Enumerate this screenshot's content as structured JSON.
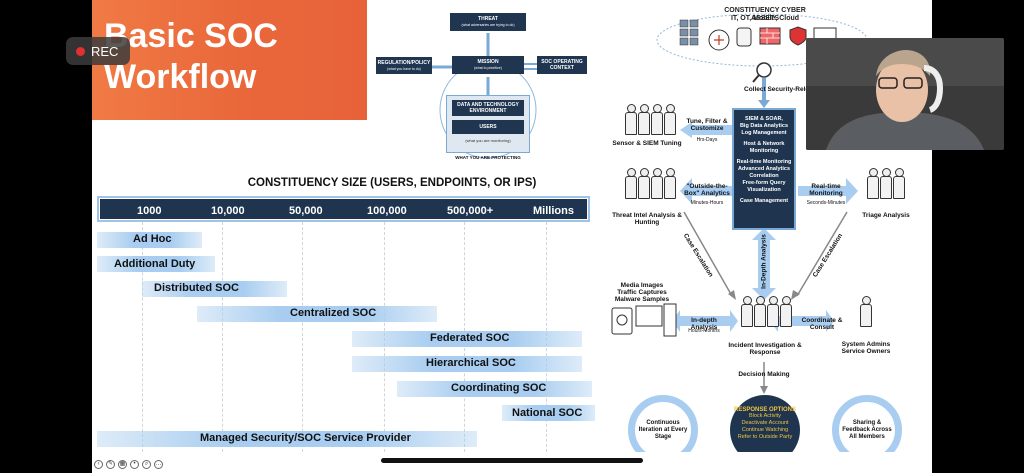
{
  "recording": {
    "label": "REC"
  },
  "slide": {
    "title_line1": "Basic SOC",
    "title_line2": "Workflow",
    "mission_diagram": {
      "threat": "THREAT",
      "threat_sub": "(what adversaries are trying to do)",
      "regulation": "REGULATION/POLICY",
      "regulation_sub": "(what you have to do)",
      "mission": "MISSION",
      "mission_sub": "(what to prioritize)",
      "context": "SOC OPERATING CONTEXT",
      "data_env": "DATA AND TECHNOLOGY ENVIRONMENT",
      "users": "USERS",
      "monitoring": "(what you are monitoring)",
      "protecting": "WHAT YOU ARE PROTECTING"
    },
    "constituency": {
      "title": "CONSTITUENCY SIZE (USERS, ENDPOINTS, OR IPS)",
      "sizes": [
        "1000",
        "10,000",
        "50,000",
        "100,000",
        "500,000+",
        "Millions"
      ],
      "bands": [
        "Ad Hoc",
        "Additional Duty",
        "Distributed SOC",
        "Centralized SOC",
        "Federated SOC",
        "Hierarchical SOC",
        "Coordinating SOC",
        "National SOC",
        "Managed Security/SOC Service Provider"
      ]
    },
    "workflow": {
      "assets_title": "CONSTITUENCY CYBER ASSETS",
      "assets_sub": "IT, OT, Mobile, Cloud",
      "collect": "Collect Security-Relevant Events",
      "siem_lines": [
        "SIEM & SOAR,",
        "Big Data Analytics",
        "Log Management",
        "",
        "Host & Network",
        "Monitoring",
        "",
        "Real-time Monitoring",
        "Advanced Analytics",
        "Correlation",
        "Free-form Query",
        "Visualization",
        "",
        "Case Management"
      ],
      "tune": "Tune, Filter & Customize",
      "tune_time": "Hrs-Days",
      "sensor": "Sensor & SIEM Tuning",
      "outside": "\"Outside-the-Box\" Analytics",
      "outside_time": "Minutes-Hours",
      "threat_intel": "Threat Intel Analysis & Hunting",
      "realtime": "Real-time Monitoring",
      "realtime_time": "Seconds-Minutes",
      "triage": "Triage Analysis",
      "case_escalation_left": "Case Escalation",
      "case_escalation_right": "Case Escalation",
      "in_depth_vertical": "In-Depth Analysis",
      "media": "Media Images Traffic Captures Malware Samples",
      "in_depth": "In-depth Analysis",
      "in_depth_time": "Hours-Months",
      "incident": "Incident Investigation & Response",
      "coordinate": "Coordinate & Consult",
      "sysadmins": "System Admins Service Owners",
      "decision": "Decision Making",
      "continuous": "Continuous Iteration at Every Stage",
      "response_title": "RESPONSE OPTIONS",
      "response_items": [
        "Block Activity",
        "Deactivate Account",
        "Continue Watching",
        "Refer to Outside Party"
      ],
      "sharing": "Sharing & Feedback Across All Members"
    }
  },
  "colors": {
    "accent": "#e9673a",
    "navy": "#1e344f",
    "band": "#a8cdf0",
    "response_text": "#f2c53d"
  }
}
